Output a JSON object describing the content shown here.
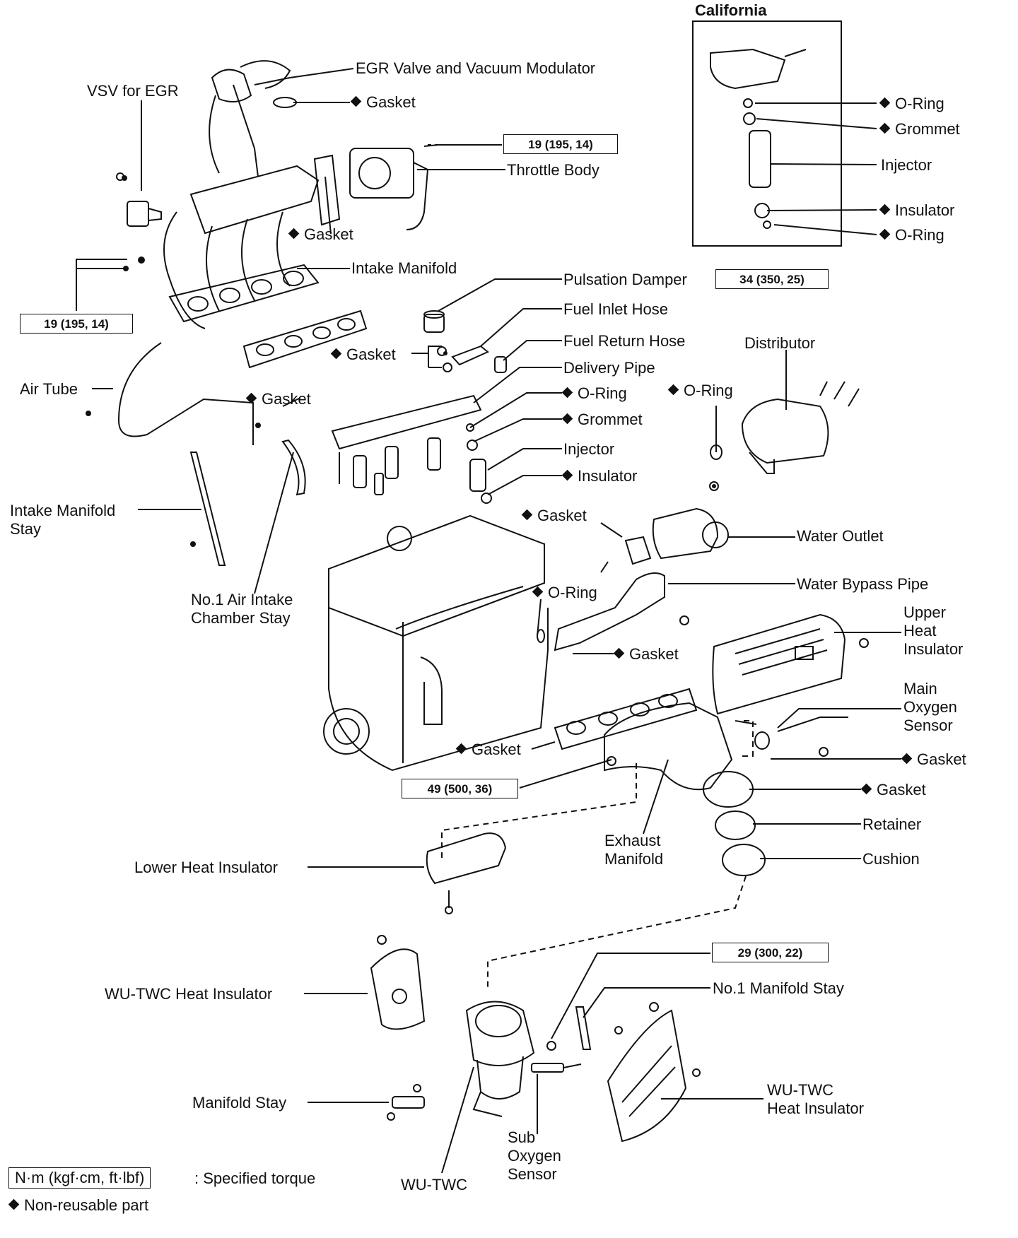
{
  "california_title": "California",
  "parts": {
    "egr_valve": "EGR Valve and Vacuum Modulator",
    "vsv_egr": "VSV for EGR",
    "gasket_egr": "Gasket",
    "throttle_body": "Throttle Body",
    "gasket_tb": "Gasket",
    "intake_manifold": "Intake Manifold",
    "pulsation_damper": "Pulsation Damper",
    "fuel_inlet_hose": "Fuel Inlet Hose",
    "fuel_return_hose": "Fuel Return Hose",
    "gasket_pd": "Gasket",
    "delivery_pipe": "Delivery Pipe",
    "oring_dp": "O-Ring",
    "grommet_dp": "Grommet",
    "injector": "Injector",
    "insulator": "Insulator",
    "oring_dist": "O-Ring",
    "distributor": "Distributor",
    "air_tube": "Air Tube",
    "gasket_im": "Gasket",
    "intake_manifold_stay_1": "Intake Manifold",
    "intake_manifold_stay_2": "Stay",
    "air_intake_stay_1": "No.1 Air Intake",
    "air_intake_stay_2": "Chamber Stay",
    "gasket_wo": "Gasket",
    "water_outlet": "Water Outlet",
    "oring_wbp": "O-Ring",
    "water_bypass_pipe": "Water Bypass Pipe",
    "gasket_wbp": "Gasket",
    "upper_heat_1": "Upper",
    "upper_heat_2": "Heat",
    "upper_heat_3": "Insulator",
    "main_o2_1": "Main",
    "main_o2_2": "Oxygen",
    "main_o2_3": "Sensor",
    "gasket_em": "Gasket",
    "gasket_o2": "Gasket",
    "gasket_ring": "Gasket",
    "retainer": "Retainer",
    "cushion": "Cushion",
    "exhaust_manifold_1": "Exhaust",
    "exhaust_manifold_2": "Manifold",
    "lower_heat_insulator": "Lower Heat Insulator",
    "wu_twc_heat_left": "WU-TWC Heat Insulator",
    "no1_manifold_stay": "No.1 Manifold Stay",
    "wu_twc_heat_right_1": "WU-TWC",
    "wu_twc_heat_right_2": "Heat Insulator",
    "manifold_stay": "Manifold Stay",
    "sub_o2_1": "Sub",
    "sub_o2_2": "Oxygen",
    "sub_o2_3": "Sensor",
    "wu_twc": "WU-TWC"
  },
  "california_parts": {
    "oring_top": "O-Ring",
    "grommet": "Grommet",
    "injector": "Injector",
    "insulator": "Insulator",
    "oring_bottom": "O-Ring"
  },
  "torques": {
    "throttle": "19 (195, 14)",
    "intake": "19 (195, 14)",
    "damper": "34 (350, 25)",
    "exhaust": "49 (500, 36)",
    "twc": "29 (300, 22)"
  },
  "legend": {
    "unit_box": "N·m (kgf·cm, ft·lbf)",
    "unit_desc": ": Specified torque",
    "nonreusable": "Non-reusable part"
  }
}
